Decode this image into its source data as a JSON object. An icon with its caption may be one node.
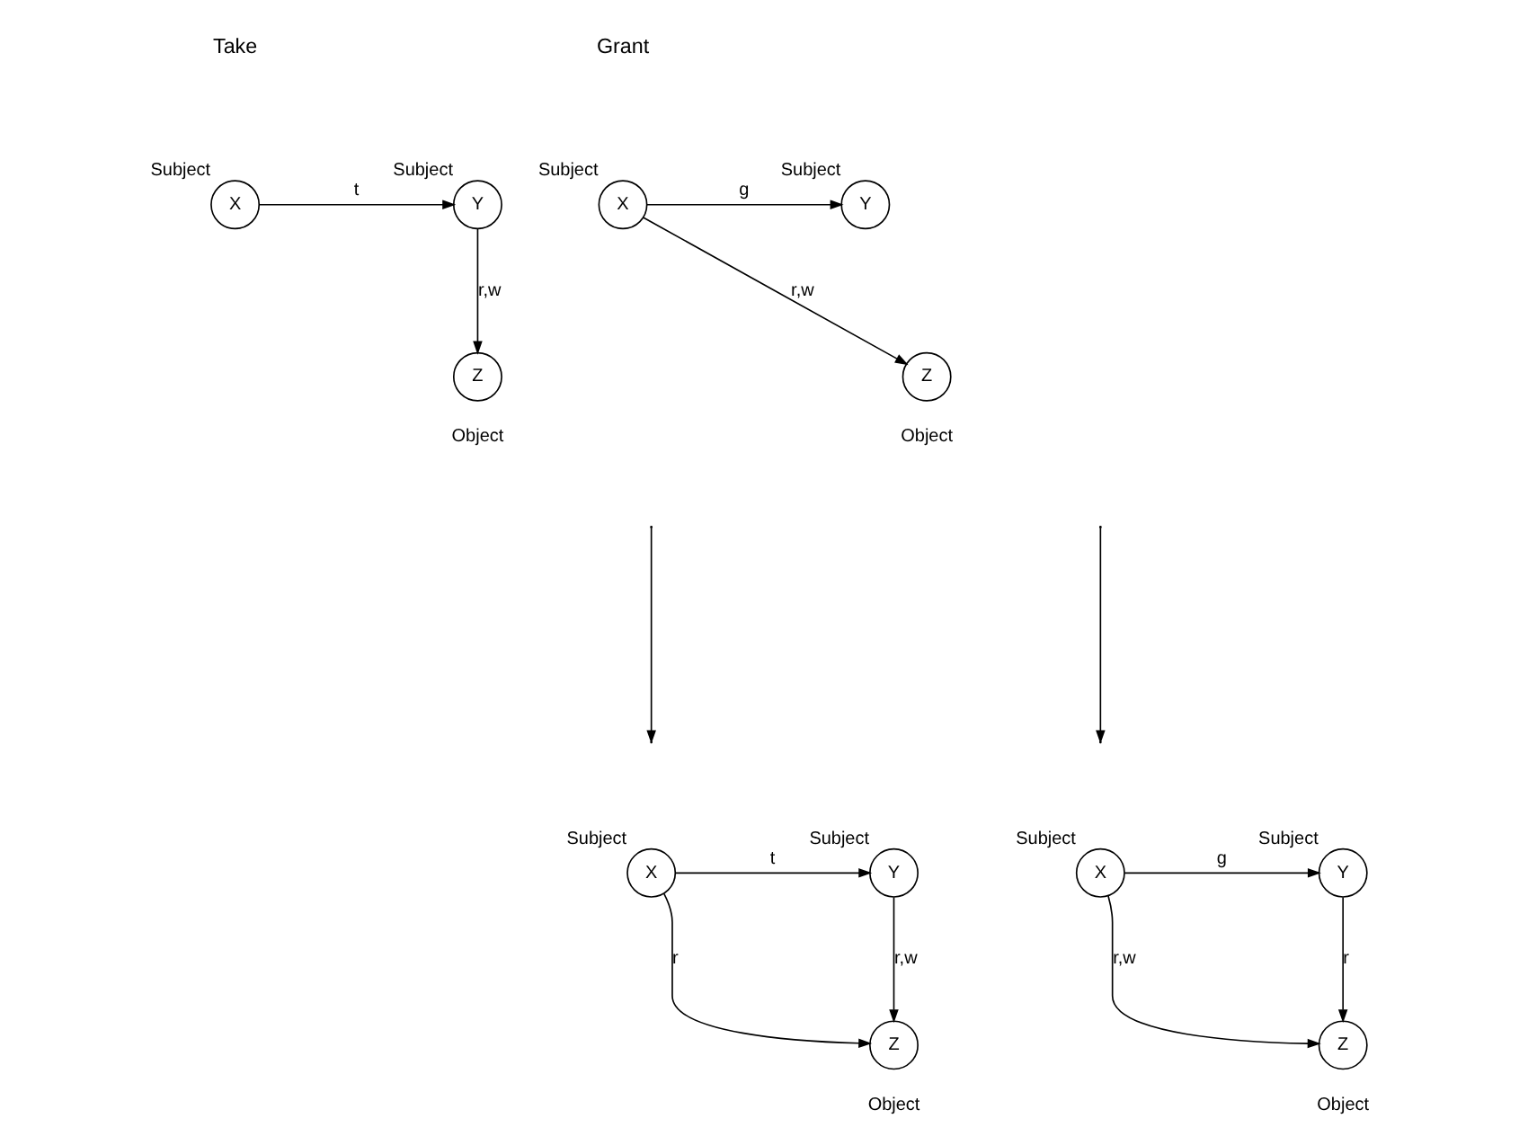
{
  "diagram": {
    "nodes": [
      {
        "text": [
          "X"
        ],
        "beside": [
          "Subject"
        ]
      },
      {
        "text": [
          "Y"
        ],
        "beside": [
          "Subject"
        ]
      },
      {
        "text": [
          "Z"
        ],
        "beside": [
          "Object"
        ]
      },
      {
        "text": [
          "X"
        ],
        "beside": [
          "Subject"
        ]
      },
      {
        "text": [
          "Y"
        ],
        "beside": [
          "Subject"
        ]
      },
      {
        "text": [
          "Z"
        ],
        "beside": [
          "Object"
        ]
      },
      {
        "text": [
          "X"
        ],
        "beside": [
          "Subject"
        ]
      },
      {
        "text": [
          "Y"
        ],
        "beside": [
          "Subject"
        ]
      },
      {
        "text": [
          "Z"
        ],
        "beside": [
          "Object"
        ]
      },
      {
        "text": [
          "X"
        ],
        "beside": [
          "Subject"
        ]
      },
      {
        "text": [
          "Y"
        ],
        "beside": [
          "Subject"
        ]
      },
      {
        "text": [
          "Z"
        ],
        "beside": [
          "Object"
        ]
      }
    ],
    "edges": [
      {
        "from": 0,
        "to": 1,
        "arrow": "to",
        "label": "t"
      },
      {
        "from": 1,
        "to": 2,
        "arrow": "to",
        "label": "r,w"
      },
      {
        "from": 3,
        "to": 4,
        "arrow": "to",
        "label": "t"
      },
      {
        "from": 4,
        "to": 5,
        "arrow": "to",
        "label": "r,w"
      },
      {
        "from": 3,
        "to": 5,
        "arrow": "to",
        "label": "r"
      },
      {
        "from": 6,
        "to": 7,
        "arrow": "to",
        "label": "g"
      },
      {
        "from": 6,
        "to": 8,
        "arrow": "to",
        "label": "r,w"
      },
      {
        "from": 9,
        "to": 10,
        "arrow": "to",
        "label": "g"
      },
      {
        "from": 10,
        "to": 11,
        "arrow": "to",
        "label": "r"
      },
      {
        "from": 9,
        "to": 11,
        "arrow": "to",
        "label": "r,w"
      }
    ],
    "labels": [
      "Take",
      "Grant"
    ]
  }
}
